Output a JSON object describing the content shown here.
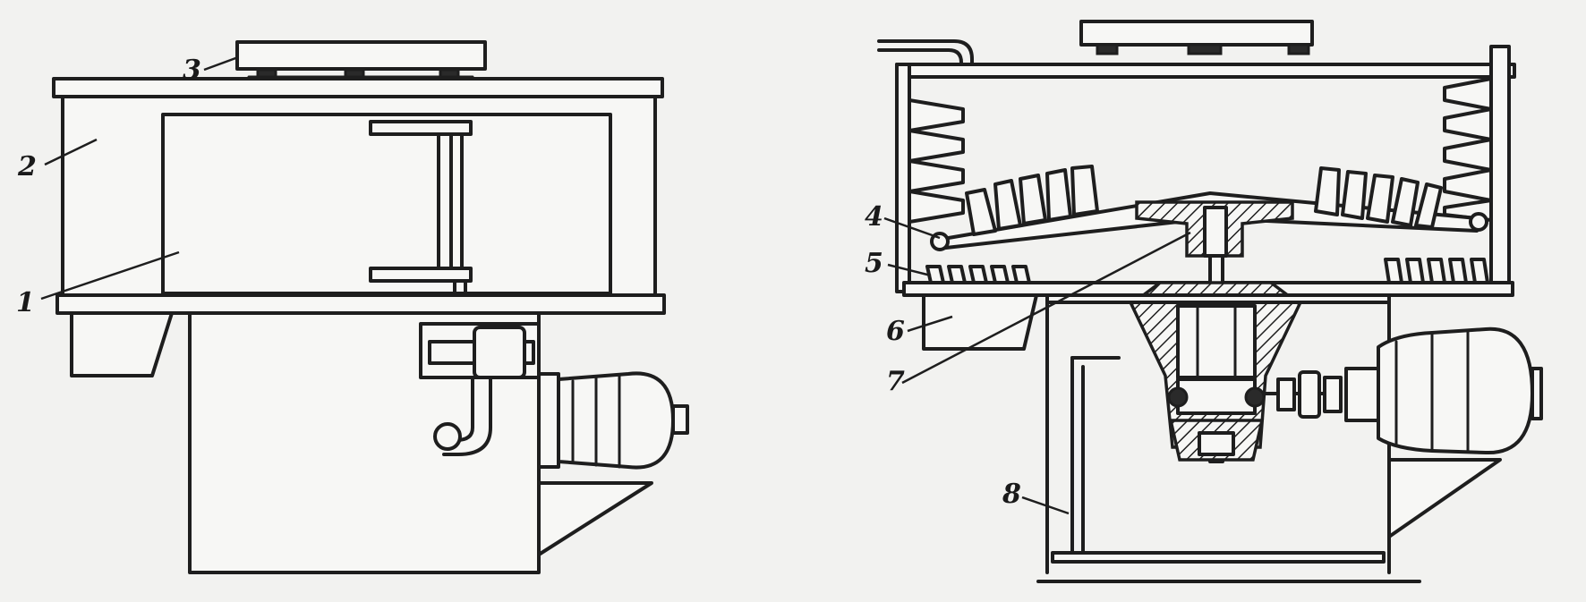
{
  "callouts": {
    "c1": "1",
    "c2": "2",
    "c3": "3",
    "c4": "4",
    "c5": "5",
    "c6": "6",
    "c7": "7",
    "c8": "8"
  },
  "colors": {
    "ink": "#1e1e1e",
    "paper": "#f2f2f0"
  }
}
